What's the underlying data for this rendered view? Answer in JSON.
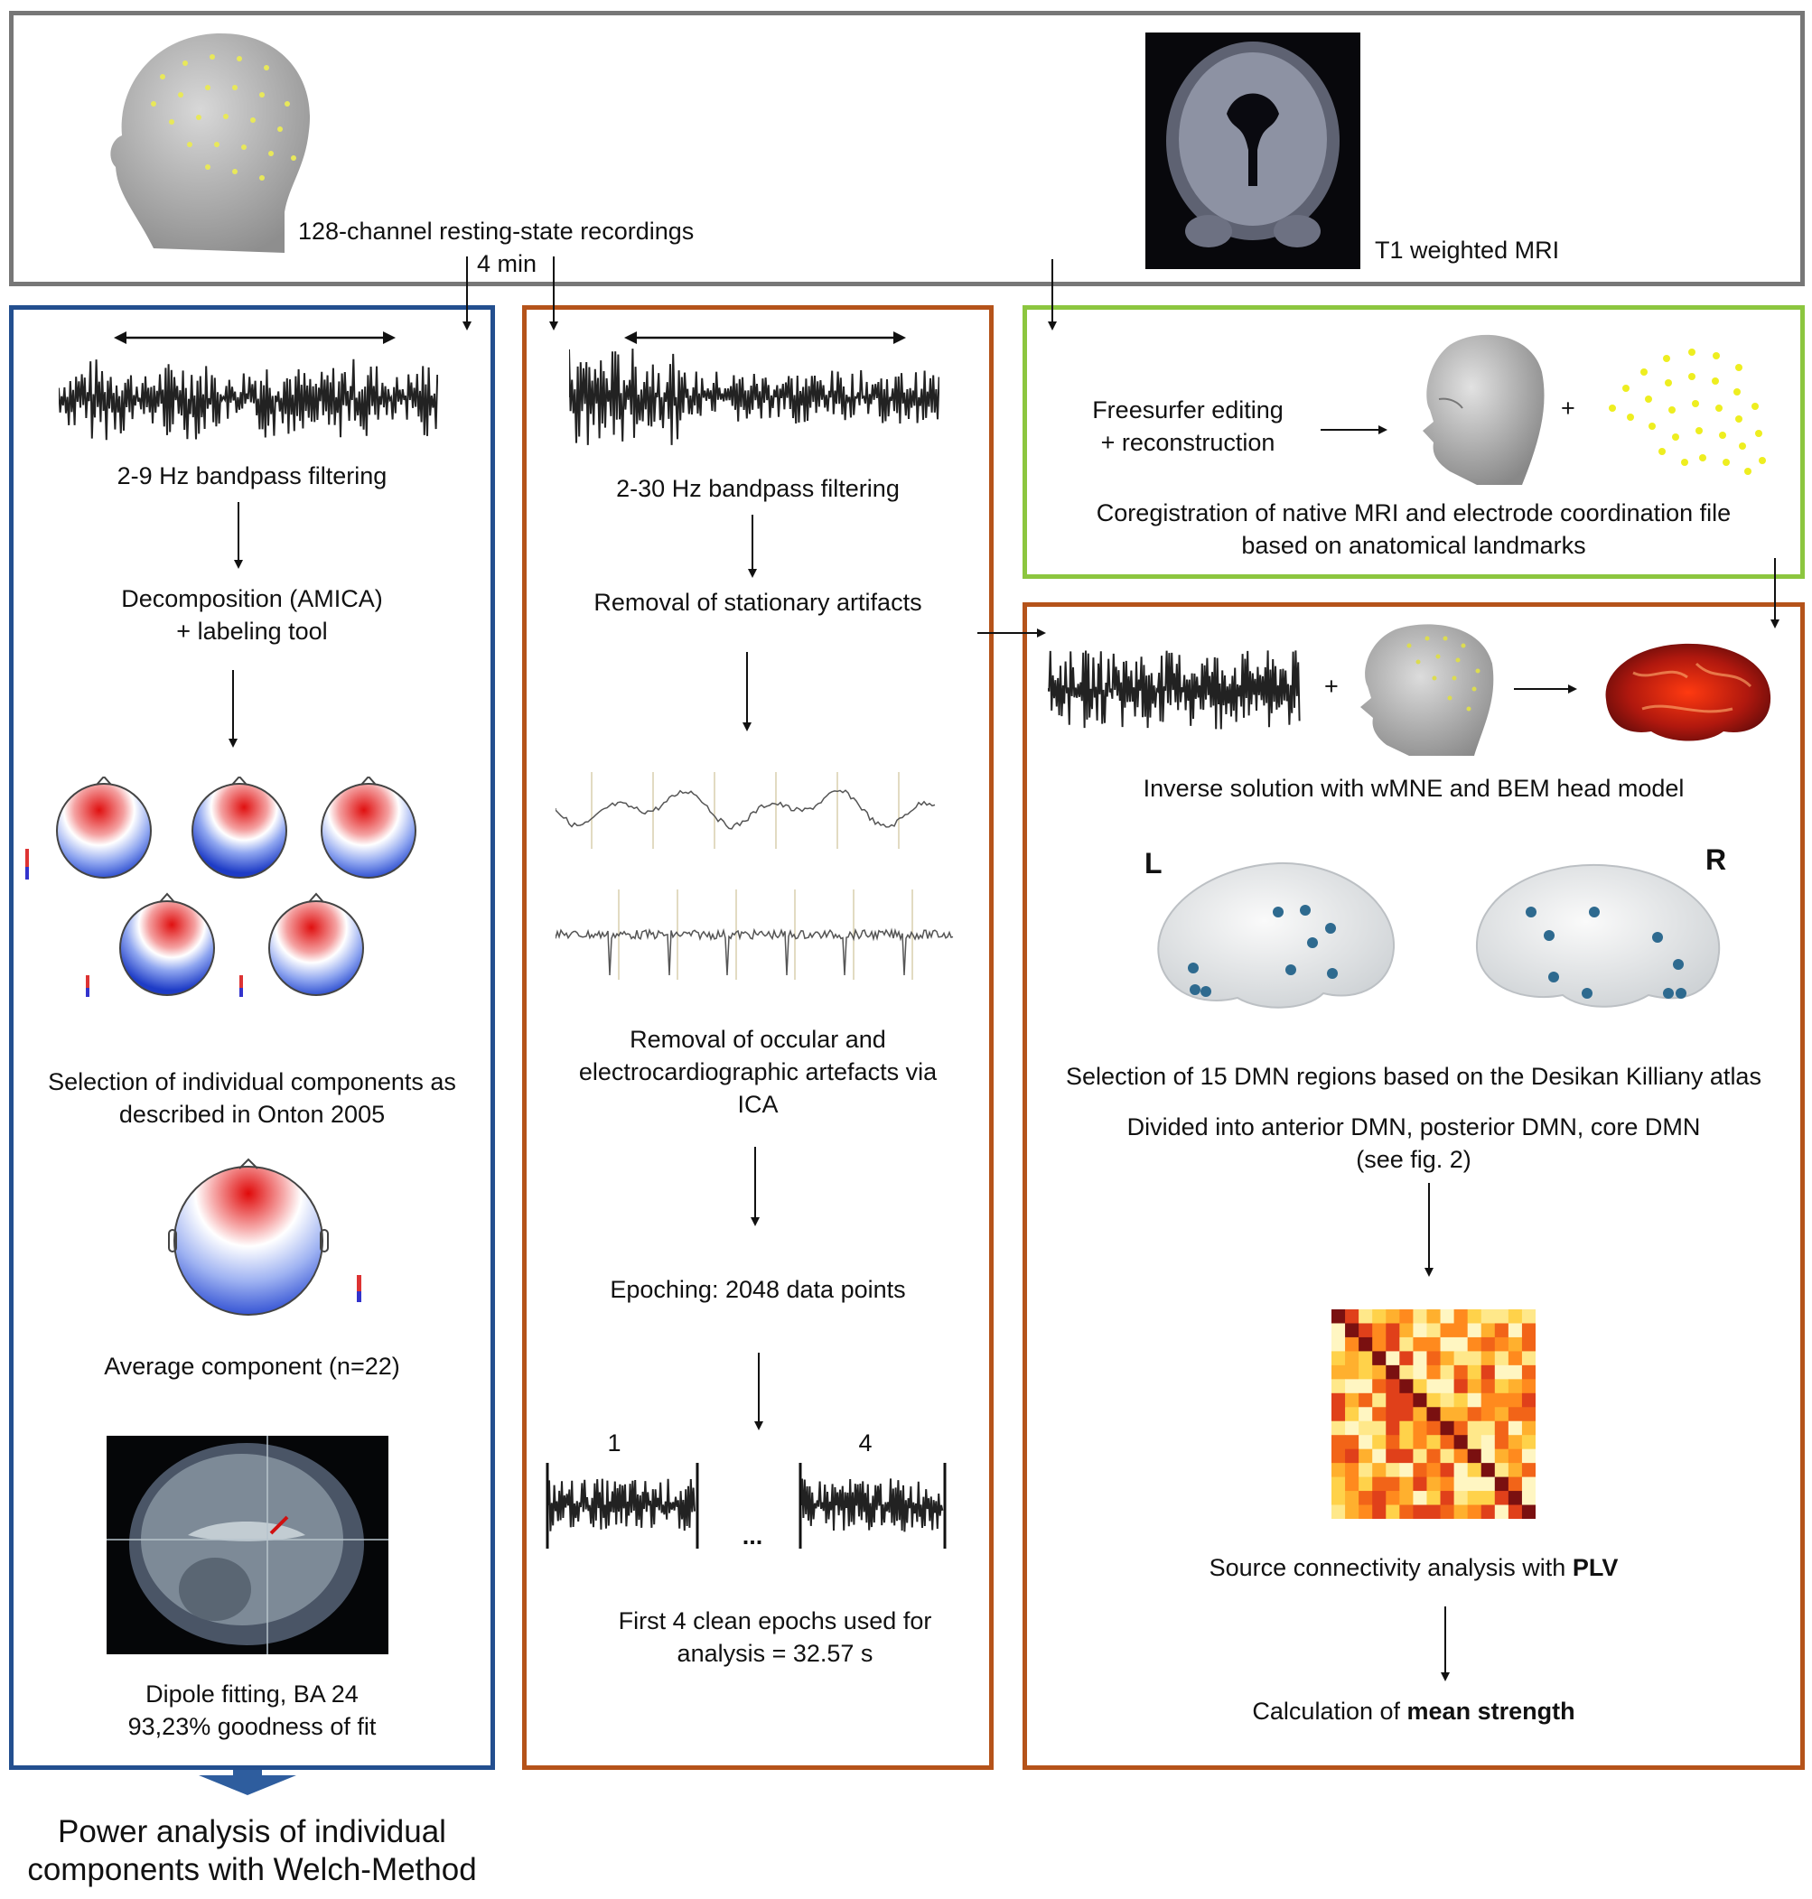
{
  "top": {
    "recording_label": "128-channel resting-state recordings",
    "duration_label": "4 min",
    "mri_label": "T1 weighted MRI"
  },
  "left_panel": {
    "filter_label": "2-9 Hz bandpass filtering",
    "decomp_line1": "Decomposition (AMICA)",
    "decomp_line2": "+ labeling tool",
    "selection_line1": "Selection of individual components as",
    "selection_line2": "described in Onton 2005",
    "average_label": "Average component (n=22)",
    "dipole_line1": "Dipole fitting, BA 24",
    "dipole_line2": "93,23% goodness of fit",
    "output_line1": "Power analysis of individual",
    "output_line2": "components with Welch-Method"
  },
  "middle_panel": {
    "filter_label": "2-30 Hz bandpass filtering",
    "stationary_label": "Removal of stationary artifacts",
    "ica_line1": "Removal of occular and",
    "ica_line2": "electrocardiographic artefacts via",
    "ica_line3": "ICA",
    "epoching_label": "Epoching: 2048 data points",
    "epoch_first": "1",
    "epoch_last": "4",
    "ellipsis": "...",
    "epochs_line1": "First 4 clean epochs used for",
    "epochs_line2": "analysis = 32.57 s"
  },
  "coreg_panel": {
    "freesurfer_line1": "Freesurfer editing",
    "freesurfer_line2": "+ reconstruction",
    "plus": "+",
    "coreg_line1": "Coregistration of native MRI and electrode coordination file",
    "coreg_line2": "based on anatomical landmarks"
  },
  "source_panel": {
    "plus": "+",
    "inverse_label": "Inverse solution with wMNE and BEM head model",
    "left_label": "L",
    "right_label": "R",
    "selection_label": "Selection of 15 DMN regions based on the Desikan Killiany atlas",
    "divided_line1": "Divided into anterior DMN, posterior DMN, core DMN",
    "divided_line2": "(see fig. 2)",
    "plv_prefix": "Source connectivity analysis with ",
    "plv_bold": "PLV",
    "strength_prefix": "Calculation of ",
    "strength_bold": "mean strength"
  },
  "colors": {
    "top_border": "#777777",
    "blue_border": "#234f8f",
    "orange_border": "#b5531a",
    "green_border": "#8cc63f",
    "output_arrow": "#2e5d9e"
  }
}
